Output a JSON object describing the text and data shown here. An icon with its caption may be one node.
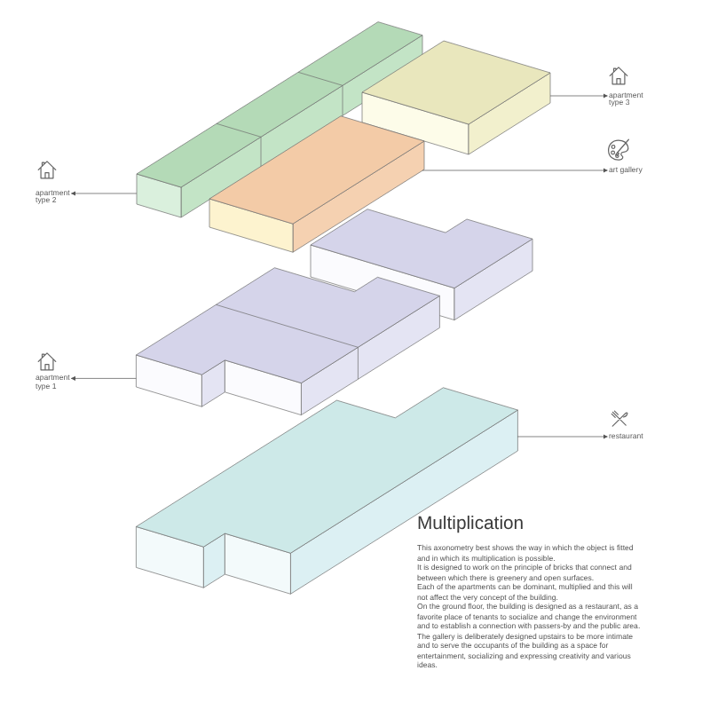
{
  "diagram": {
    "title": "Multiplication",
    "nodes": [
      {
        "text": [],
        "shape": "box"
      },
      {
        "text": [],
        "shape": "box"
      },
      {
        "text": [
          "apartment type 3"
        ]
      },
      {
        "text": [
          "art gallery"
        ]
      },
      {
        "text": [
          "apartment type 2"
        ]
      },
      {
        "text": [],
        "shape": "box"
      },
      {
        "text": [],
        "shape": "box"
      },
      {
        "text": [
          "apartment type 1"
        ]
      },
      {
        "text": [
          "restaurant"
        ]
      },
      {
        "text": [],
        "shape": "box"
      }
    ],
    "edges": [
      {
        "from": 1,
        "to": 2,
        "arrow": "to"
      },
      {
        "from": 5,
        "to": 3,
        "arrow": "to"
      },
      {
        "from": 0,
        "to": 4,
        "arrow": "to"
      },
      {
        "from": 6,
        "to": 7,
        "arrow": "to"
      },
      {
        "from": 9,
        "to": 8,
        "arrow": "to"
      }
    ],
    "labels": [
      "This axonometry best shows the way in which the object is fitted and in which its multiplication is possible.",
      "It is designed to work on the principle of bricks that connect and between which there is greenery and open surfaces.",
      "Each of the apartments can be dominant, multiplied and this will not affect the very concept of the building.",
      "On the ground floor, the building is designed as a restaurant, as a favorite place of tenants to socialize and change the environment and to establish a connection with passers-by and the public area.",
      "The gallery is deliberately designed upstairs to be more intimate and to serve the occupants of the building as a space for entertainment, socializing and expressing creativity and various ideas."
    ]
  }
}
